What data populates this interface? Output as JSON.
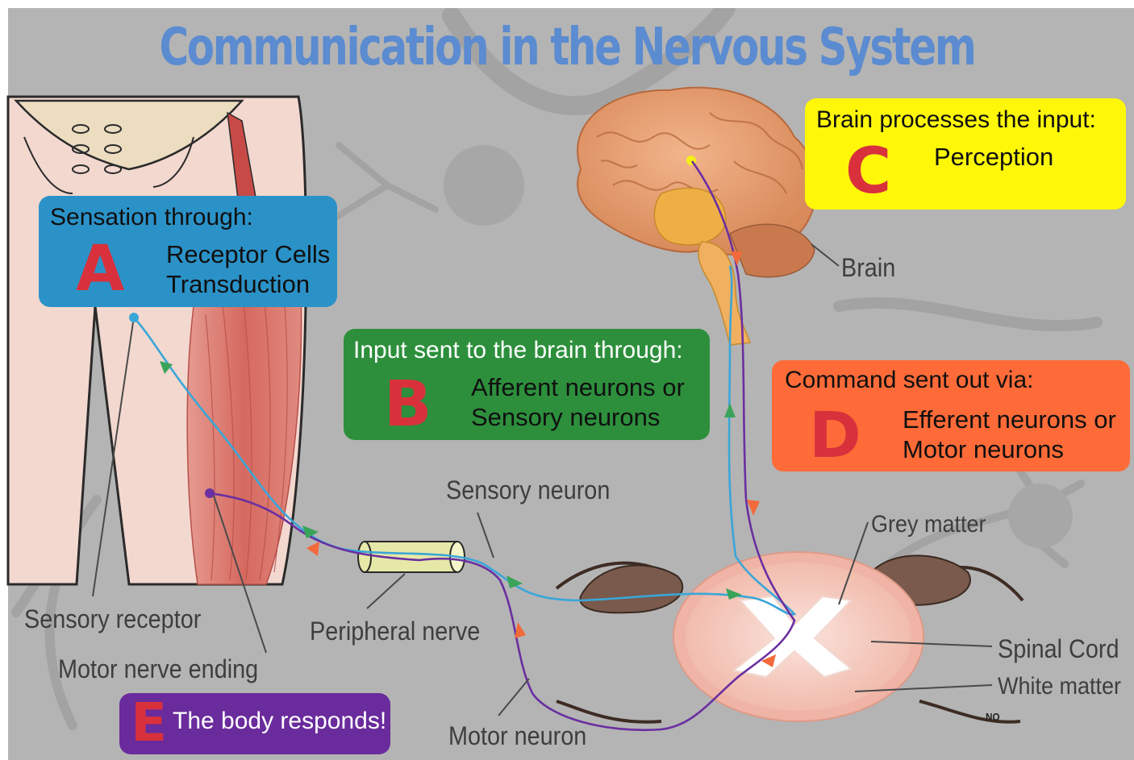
{
  "title": "Communication in the Nervous System",
  "colors": {
    "title": "#5b8bd0",
    "box_a": "#2b92c8",
    "box_b": "#2d8f3c",
    "box_c": "#fff70a",
    "box_d": "#fe6b38",
    "box_e": "#6a2b9c",
    "letter": "#d8313c",
    "afferent_path": "#3aa6d8",
    "efferent_path": "#6a2fa0"
  },
  "boxes": {
    "a": {
      "heading": "Sensation through:",
      "letter": "A",
      "line1": "Receptor Cells",
      "line2": "Transduction"
    },
    "b": {
      "heading": "Input sent to the brain through:",
      "letter": "B",
      "line1": "Afferent neurons or",
      "line2": "Sensory neurons"
    },
    "c": {
      "heading": "Brain processes the input:",
      "letter": "C",
      "line1": "Perception"
    },
    "d": {
      "heading": "Command sent out via:",
      "letter": "D",
      "line1": "Efferent neurons or",
      "line2": "Motor neurons"
    },
    "e": {
      "letter": "E",
      "text": "The body responds!"
    }
  },
  "labels": {
    "brain": "Brain",
    "sensory_neuron": "Sensory neuron",
    "grey_matter": "Grey matter",
    "spinal_cord": "Spinal Cord",
    "white_matter": "White matter",
    "sensory_receptor": "Sensory receptor",
    "peripheral_nerve": "Peripheral nerve",
    "motor_nerve_ending": "Motor nerve ending",
    "motor_neuron": "Motor neuron",
    "signature": "NO"
  }
}
